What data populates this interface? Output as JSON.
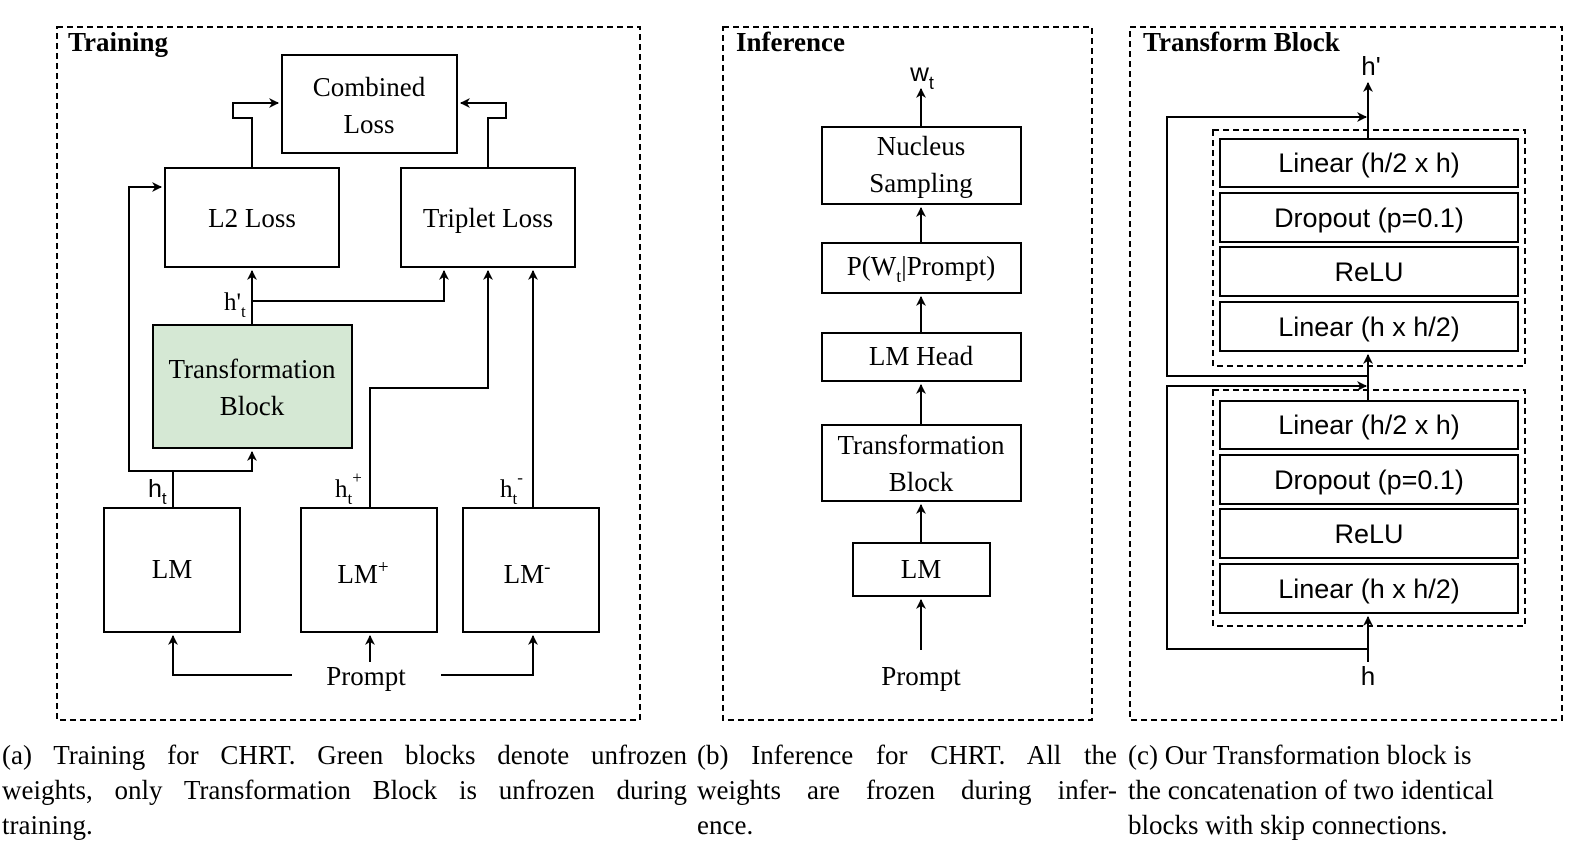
{
  "panels": {
    "training": {
      "title": "Training",
      "combined_loss": [
        "Combined",
        "Loss"
      ],
      "l2_loss": "L2 Loss",
      "triplet_loss": "Triplet Loss",
      "transformation_block": [
        "Transformation",
        "Block"
      ],
      "h_prime_t": {
        "base": "h'",
        "sub": "t"
      },
      "h_t": {
        "base": "h",
        "sub": "t"
      },
      "h_t_plus": {
        "base": "h",
        "sub": "t",
        "sup": "+"
      },
      "h_t_minus": {
        "base": "h",
        "sub": "t",
        "sup": "-"
      },
      "lm": "LM",
      "lm_plus": {
        "base": "LM",
        "sup": "+"
      },
      "lm_minus": {
        "base": "LM",
        "sup": "-"
      },
      "prompt": "Prompt"
    },
    "inference": {
      "title": "Inference",
      "w_t": {
        "base": "w",
        "sub": "t"
      },
      "nucleus_sampling": [
        "Nucleus",
        "Sampling"
      ],
      "probability": {
        "pre": "P(W",
        "sub": "t",
        "post": "|Prompt)"
      },
      "lm_head": "LM Head",
      "transformation_block": [
        "Transformation",
        "Block"
      ],
      "lm": "LM",
      "prompt": "Prompt"
    },
    "transform_block": {
      "title": "Transform Block",
      "h_prime": "h'",
      "h": "h",
      "upper_layers": [
        "Linear (h/2 x h)",
        "Dropout (p=0.1)",
        "ReLU",
        "Linear (h x h/2)"
      ],
      "lower_layers": [
        "Linear (h/2 x h)",
        "Dropout (p=0.1)",
        "ReLU",
        "Linear (h x h/2)"
      ]
    }
  },
  "colors": {
    "unfrozen_block": "#d5e8d4"
  },
  "captions": {
    "a": [
      "(a) Training for CHRT. Green blocks denote unfrozen",
      "weights, only Transformation Block is unfrozen during",
      "training."
    ],
    "b": [
      "(b) Inference for CHRT. All the",
      "weights are frozen during infer-",
      "ence."
    ],
    "c": [
      "(c) Our Transformation block is",
      "the concatenation of two identical",
      "blocks with skip connections."
    ]
  }
}
